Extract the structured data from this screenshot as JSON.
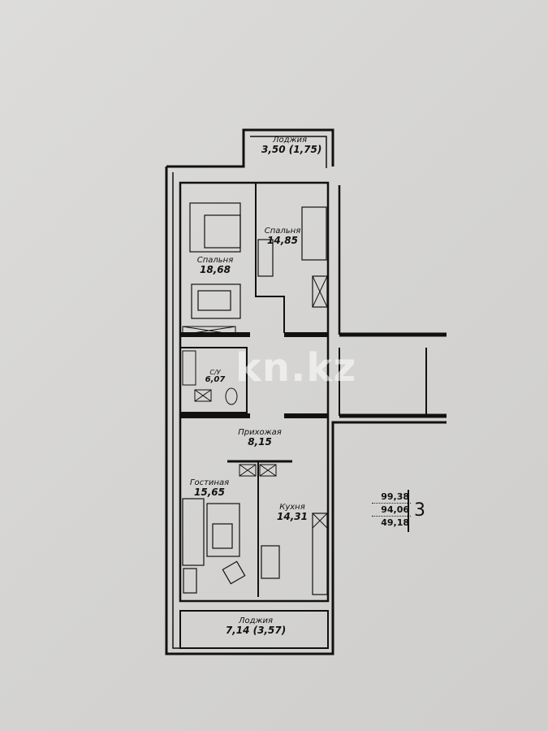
{
  "plan": {
    "rooms": [
      {
        "id": "loggia-top",
        "name": "Лоджия",
        "area": "3,50 (1,75)"
      },
      {
        "id": "bedroom-1",
        "name": "Спальня",
        "area": "18,68"
      },
      {
        "id": "bedroom-2",
        "name": "Спальня",
        "area": "14,85"
      },
      {
        "id": "bathroom",
        "name": "С/У",
        "area": "6,07"
      },
      {
        "id": "hallway",
        "name": "Прихожая",
        "area": "8,15"
      },
      {
        "id": "living-room",
        "name": "Гостиная",
        "area": "15,65"
      },
      {
        "id": "kitchen",
        "name": "Кухня",
        "area": "14,31"
      },
      {
        "id": "loggia-bottom",
        "name": "Лоджия",
        "area": "7,14 (3,57)"
      }
    ],
    "summary": {
      "total_area": "99,38",
      "area_without_loggia": "94,06",
      "living_area": "49,18",
      "rooms_count": "3"
    },
    "watermark": "kn.kz",
    "colors": {
      "wall": "#111111",
      "background": "#d6d5d3",
      "floor": "#d8d7d5"
    }
  }
}
